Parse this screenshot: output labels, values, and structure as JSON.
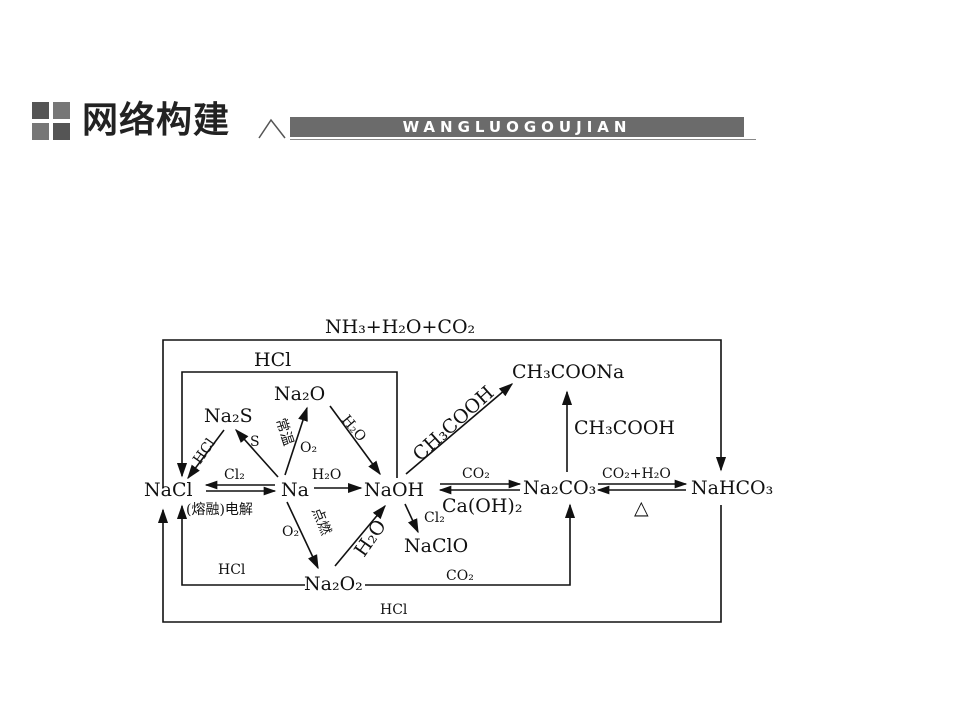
{
  "header": {
    "title": "网络构建",
    "subtitle": "WANGLUOGOUJIAN"
  },
  "nodes": {
    "nacl": "NaCl",
    "na": "Na",
    "naoh": "NaOH",
    "na2s": "Na₂S",
    "na2o": "Na₂O",
    "na2o2": "Na₂O₂",
    "naclo": "NaClO",
    "ch3coona": "CH₃COONa",
    "na2co3": "Na₂CO₃",
    "nahco3": "NaHCO₃"
  },
  "labels": {
    "top_loop": "NH₃+H₂O+CO₂",
    "hcl_top": "HCl",
    "hcl_na2s": "HCl",
    "s_reagent": "S",
    "changwen": "常温",
    "o2_upper": "O₂",
    "h2o_na2o": "H₂O",
    "cl2_to_nacl": "Cl₂",
    "electrolysis": "(熔融)电解",
    "h2o_na": "H₂O",
    "o2_lower": "O₂",
    "dianran": "点燃",
    "h2o_na2o2": "H₂O",
    "ch3cooh_diag": "CH₃COOH",
    "ch3cooh_vert": "CH₃COOH",
    "co2_naoh": "CO₂",
    "caoh2": "Ca(OH)₂",
    "cl2_naclo": "Cl₂",
    "co2_h2o": "CO₂+H₂O",
    "delta": "△",
    "hcl_bottom_left": "HCl",
    "co2_bottom": "CO₂",
    "hcl_outer": "HCl"
  }
}
